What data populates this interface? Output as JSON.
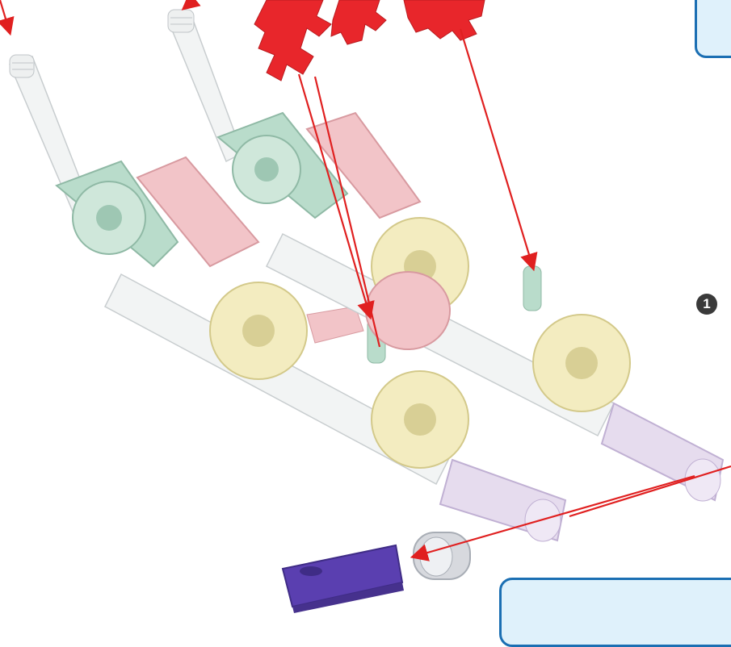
{
  "step": {
    "number": "1"
  },
  "colors": {
    "arrow": "#e02020",
    "callout_fill": "#dff1fb",
    "callout_border": "#1b6fb3",
    "connector_red": "#e8262b",
    "rod_white": "#f2f4f4",
    "part_green": "#b9dccb",
    "part_pink": "#f2c4c8",
    "part_yellow": "#f3ecc0",
    "part_lavender": "#e6dcee",
    "clip_purple": "#5a3fb0",
    "spacer_grey": "#d7d9de"
  },
  "parts": {
    "connectors": [
      "red-connector-left",
      "red-connector-right"
    ],
    "rods": [
      "white-rod-left",
      "white-rod-right"
    ],
    "assemblies": [
      "left-frame-assembly",
      "right-frame-assembly"
    ],
    "loose_parts": [
      "purple-clip",
      "grey-spacer"
    ]
  }
}
